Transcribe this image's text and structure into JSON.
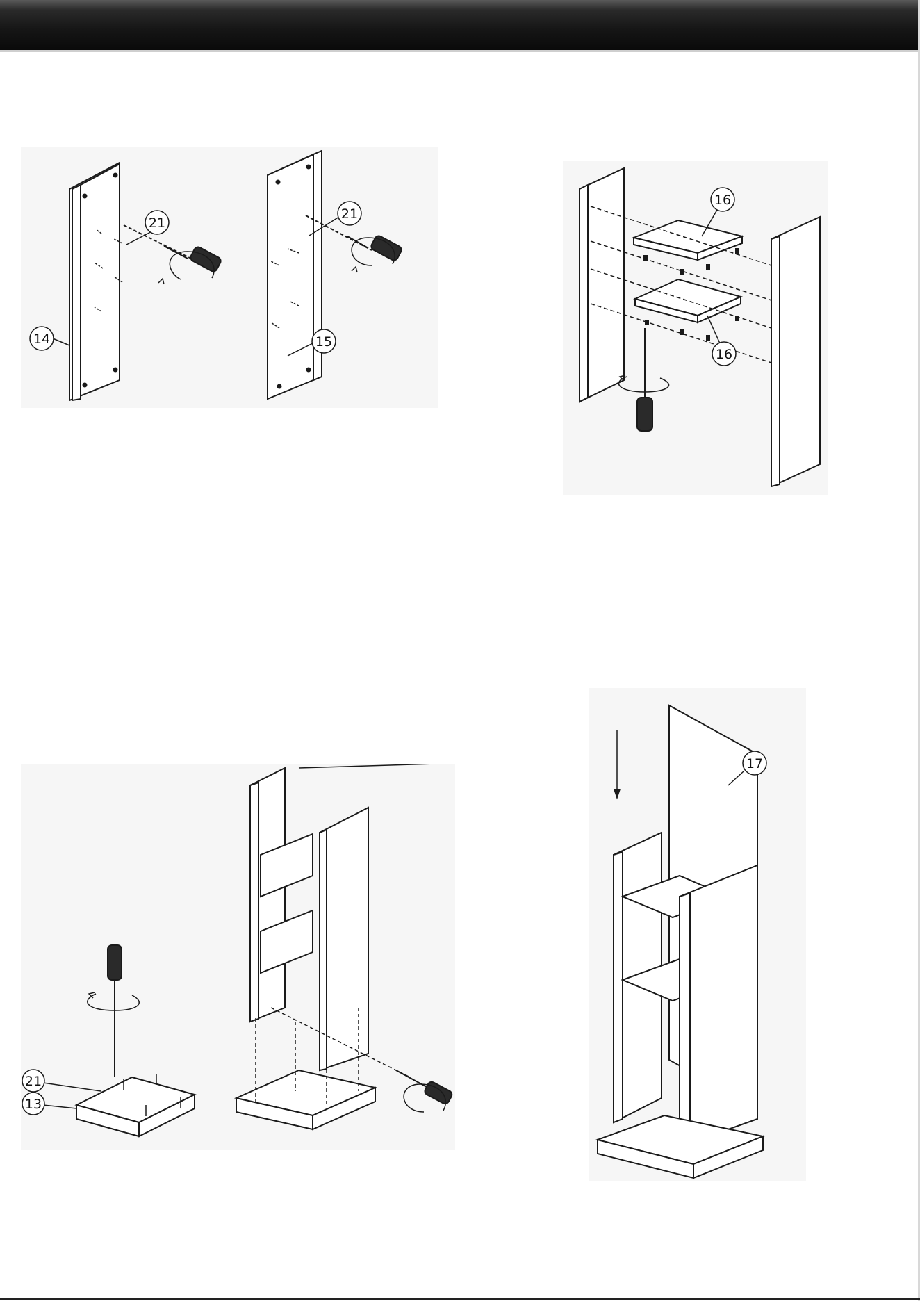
{
  "header": {
    "title": ""
  },
  "diagrams": {
    "step1": {
      "callouts": [
        "21",
        "14"
      ]
    },
    "step2": {
      "callouts": [
        "21",
        "15"
      ]
    },
    "step3": {
      "callouts": [
        "16",
        "16"
      ]
    },
    "step4": {
      "callouts": [
        "21",
        "13"
      ]
    },
    "step5": {
      "callouts": [
        "17"
      ]
    }
  },
  "footer": {
    "text": ""
  },
  "colors": {
    "header": "#111111",
    "line": "#1a1a1a",
    "panel_bg": "#f6f6f6"
  },
  "icons": [
    "screwdriver-icon",
    "rotation-arrow-icon",
    "screw-icon",
    "down-arrow-icon"
  ]
}
